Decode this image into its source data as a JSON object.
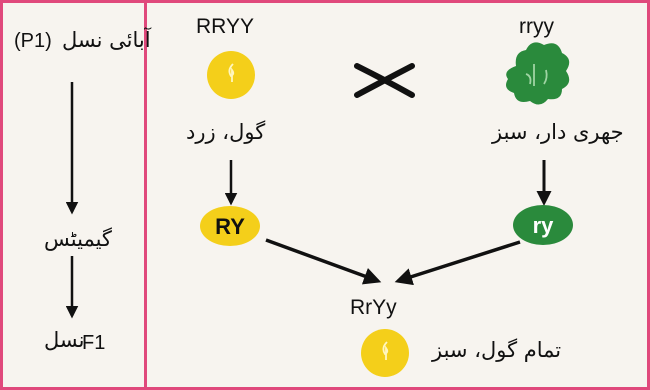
{
  "left_panel": {
    "p1_label": "(P1)",
    "p1_urdu": "آبائی نسل",
    "gametes_label": "گیمیٹس",
    "f1_label": "F1",
    "f1_urdu": "نسل"
  },
  "parent1": {
    "genotype": "RRYY",
    "description": "گول، زرد",
    "color": "#f4cf1a"
  },
  "parent2": {
    "genotype": "rryy",
    "description": "جھری دار، سبز",
    "color": "#2a8a3c"
  },
  "cross_symbol": "×",
  "gamete1": {
    "label": "RY",
    "color": "#f4cf1a"
  },
  "gamete2": {
    "label": "ry",
    "color": "#2a8a3c"
  },
  "offspring": {
    "genotype": "RrYy",
    "description": "تمام گول، سبز",
    "color": "#f4cf1a"
  }
}
